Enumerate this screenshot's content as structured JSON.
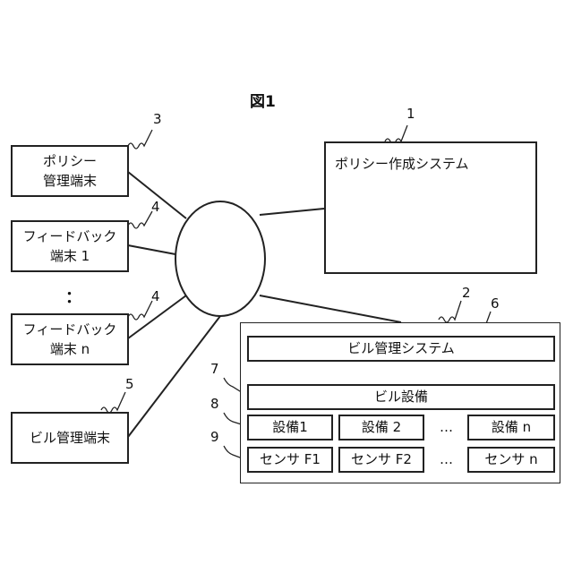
{
  "figure_title": "図1",
  "policy_system": {
    "label": "ポリシー作成システム",
    "ref": "1"
  },
  "bms_group_ref": "2",
  "building_group_ref": "6",
  "policy_terminal": {
    "label": "ポリシー\n管理端末",
    "ref": "3"
  },
  "feedback_terminal_1": {
    "label": "フィードバック\n端末 1",
    "ref": "4"
  },
  "ellipsis_vertical": "：",
  "feedback_terminal_n": {
    "label": "フィードバック\n端末 n",
    "ref": "4"
  },
  "building_terminal": {
    "label": "ビル管理端末",
    "ref": "5"
  },
  "building_management_system": "ビル管理システム",
  "building_equipment": {
    "label": "ビル設備",
    "ref": "7"
  },
  "equipment_row": {
    "ref": "8",
    "items": [
      "設備1",
      "設備 2",
      "設備 n"
    ],
    "ellipsis": "…"
  },
  "sensor_row": {
    "ref": "9",
    "items": [
      "センサ F1",
      "センサ F2",
      "センサ n"
    ],
    "ellipsis": "…"
  }
}
